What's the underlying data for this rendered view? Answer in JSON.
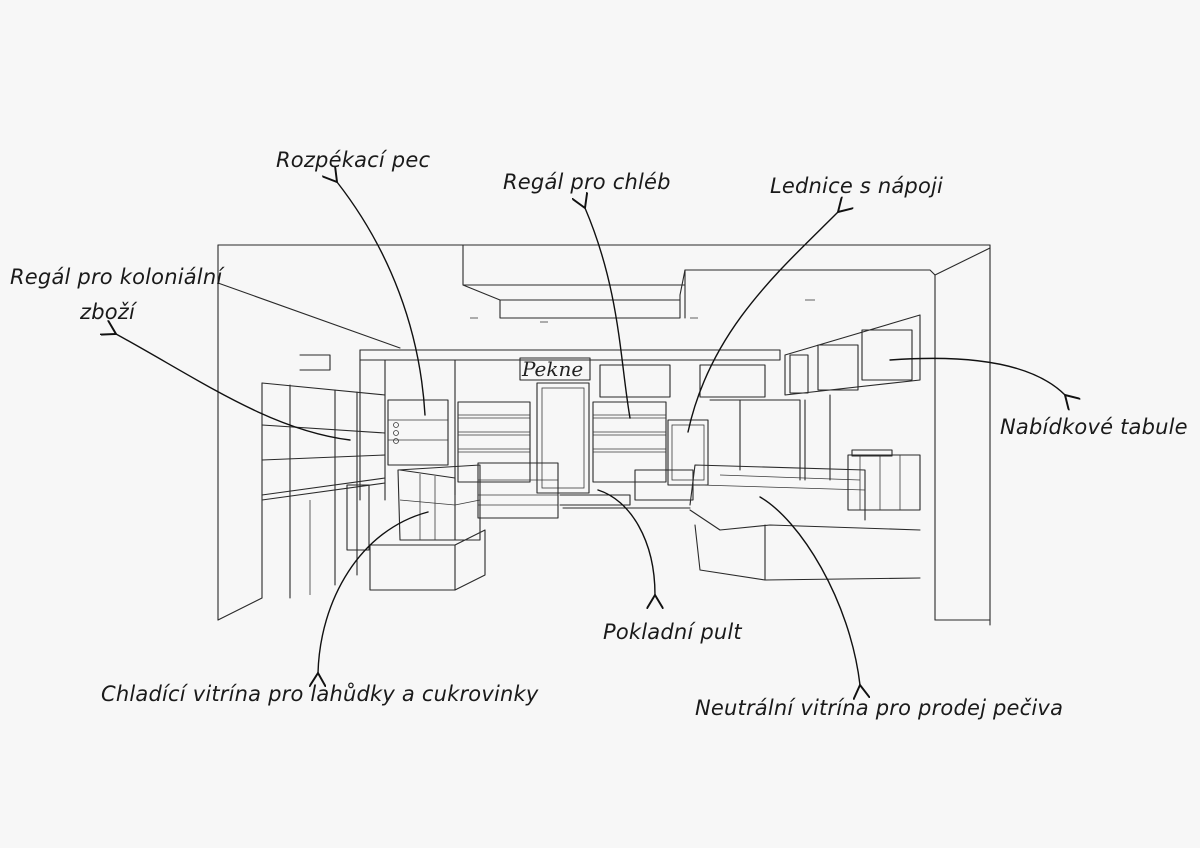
{
  "sign": "Pekne",
  "labels": {
    "rozpekaci_pec": "Rozpékací pec",
    "regal_chleb": "Regál pro chléb",
    "lednice": "Lednice s nápoji",
    "regal_koloni_line1": "Regál pro koloniální",
    "regal_koloni_line2": "zboží",
    "nabidkove_tabule": "Nabídkové tabule",
    "pokladni_pult": "Pokladní pult",
    "chladici_vitrina": "Chladící vitrína pro lahůdky a cukrovinky",
    "neutralni_vitrina": "Neutrální vitrína pro prodej pečiva"
  }
}
